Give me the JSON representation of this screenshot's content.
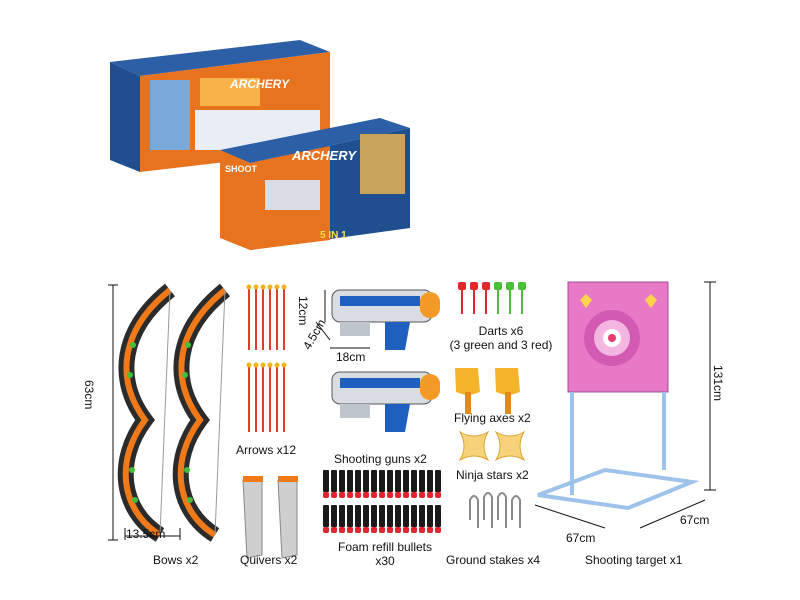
{
  "box_front": {
    "brand_text": "ARCHERY",
    "side_text": "SHOOT",
    "pack_text": "5 IN 1"
  },
  "box_back": {
    "brand_text": "ARCHERY"
  },
  "labels": {
    "bows": "Bows x2",
    "bow_height": "63cm",
    "bow_width": "13.5cm",
    "arrows": "Arrows x12",
    "quivers": "Quivers x2",
    "gun_height": "12cm",
    "gun_depth": "4.5cm",
    "gun_width": "18cm",
    "guns": "Shooting guns x2",
    "bullets_line1": "Foam refill bullets",
    "bullets_line2": "x30",
    "darts_line1": "Darts x6",
    "darts_line2": "(3 green and 3 red)",
    "axes": "Flying axes x2",
    "stars": "Ninja stars x2",
    "stakes": "Ground stakes x4",
    "target": "Shooting target x1",
    "target_height": "131cm",
    "target_width": "67cm",
    "target_depth": "67cm"
  },
  "colors": {
    "box_orange": "#e8731f",
    "box_blue": "#1f4f8f",
    "bow_orange": "#f07a1a",
    "bow_dark": "#2b2b2b",
    "bow_green": "#3fbf3a",
    "arrow_red": "#e23b2a",
    "arrow_tip": "#f2b21a",
    "gun_blue": "#1f5fbf",
    "gun_silver": "#d9dde3",
    "gun_orange": "#f29a25",
    "bullet_black": "#1a1a1a",
    "bullet_red": "#e0262a",
    "dart_red": "#e3262b",
    "dart_green": "#4dc03a",
    "axe_yellow": "#f5b52a",
    "star_yellow": "#f6d37a",
    "target_pink": "#e879c6",
    "frame_blue": "#9ec3ea"
  }
}
